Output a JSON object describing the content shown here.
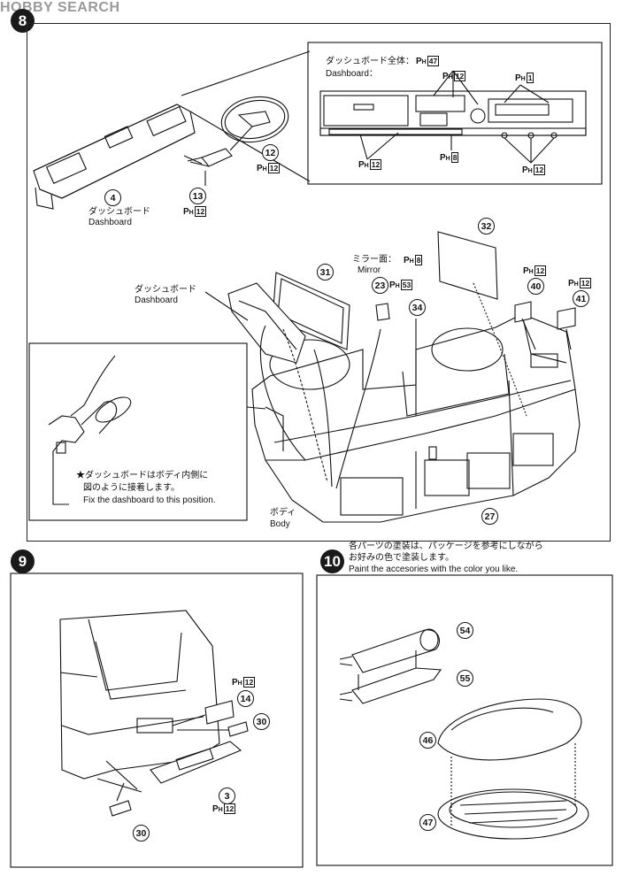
{
  "watermark": "HOBBY SEARCH",
  "steps": {
    "s8": "8",
    "s9": "9",
    "s10": "10"
  },
  "paint_prefix": {
    "p": "P",
    "h": "H"
  },
  "step8": {
    "inset_title_jp": "ダッシュボード全体：",
    "inset_title_en": "Dashboard：",
    "inset_title_code": "47",
    "inset_codes": {
      "a": "12",
      "b": "1",
      "c": "12",
      "d": "8",
      "e": "12"
    },
    "part_4": "4",
    "part_4_label_jp": "ダッシュボード",
    "part_4_label_en": "Dashboard",
    "part_12": "12",
    "part_12_code": "12",
    "part_13": "13",
    "part_13_code": "12",
    "dash2_label_jp": "ダッシュボード",
    "dash2_label_en": "Dashboard",
    "part_31": "31",
    "mirror_label_jp": "ミラー面：",
    "mirror_code": "8",
    "mirror_label_en": "Mirror",
    "part_23": "23",
    "part_23_code": "53",
    "part_32": "32",
    "part_34": "34",
    "part_40": "40",
    "part_40_code": "12",
    "part_41": "41",
    "part_41_code": "12",
    "part_27": "27",
    "note_jp_1": "★ダッシュボードはボディ内側に",
    "note_jp_2": "図のように接着します。",
    "note_en": "Fix the dashboard to this position.",
    "body_label_jp": "ボディ",
    "body_label_en": "Body"
  },
  "step9": {
    "part_14": "14",
    "part_14_code": "12",
    "part_30a": "30",
    "part_3": "3",
    "part_3_code": "12",
    "part_30b": "30"
  },
  "step10": {
    "intro_jp_1": "各パーツの塗装は、パッケージを参考にしながら",
    "intro_jp_2": "お好みの色で塗装します。",
    "intro_en": "Paint the accesories with the color you like.",
    "part_54": "54",
    "part_55": "55",
    "part_46": "46",
    "part_47": "47"
  }
}
